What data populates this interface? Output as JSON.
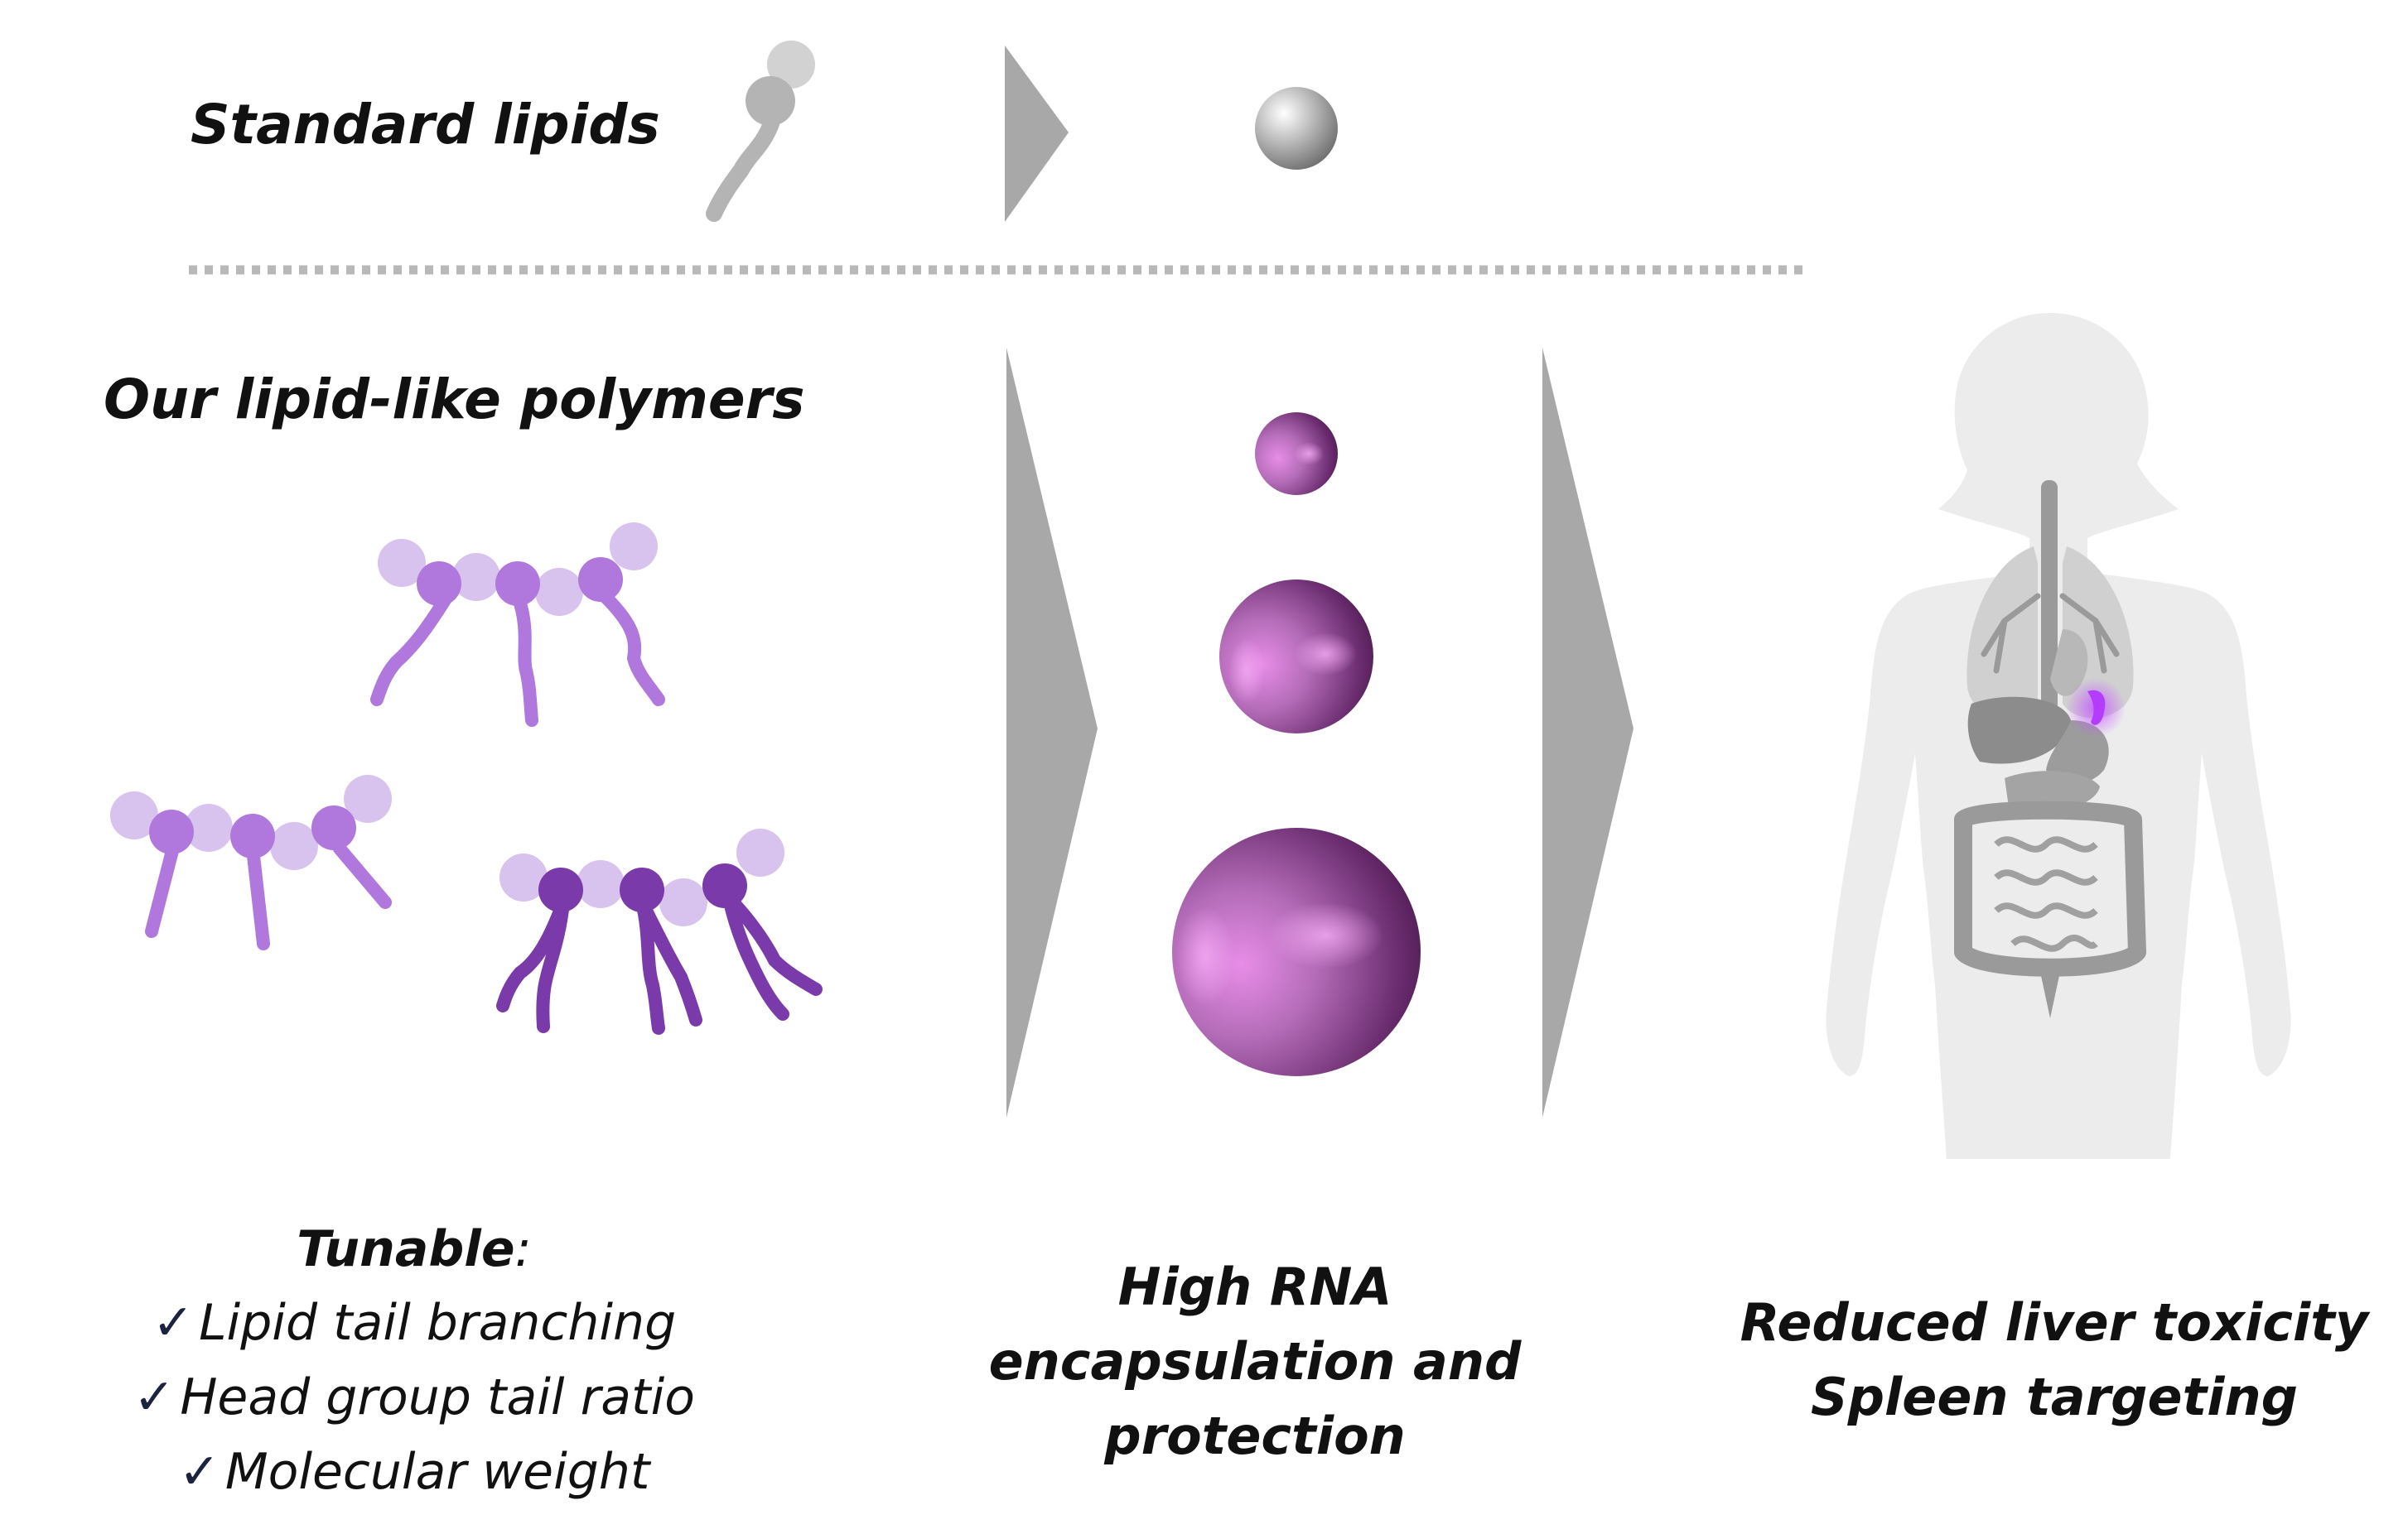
{
  "rows": {
    "standard_label": "Standard lipids",
    "polymer_label": "Our lipid-like polymers"
  },
  "tunable": {
    "title": "Tunable",
    "colon": ":",
    "check_glyph": "✓",
    "items": [
      "Lipid tail branching",
      "Head group tail ratio",
      "Molecular weight"
    ]
  },
  "encapsulation": {
    "lines": [
      "High RNA",
      "encapsulation and",
      "protection"
    ]
  },
  "outcomes": {
    "lines": [
      "Reduced liver toxicity",
      "Spleen targeting"
    ]
  },
  "colors": {
    "arrow": "#a8a8a8",
    "divider": "#b8b8b8",
    "standard_lipid": "#b4b4b4",
    "standard_head_light": "#d2d2d2",
    "polymer_light": "#d8c2ee",
    "polymer_mid": "#b078dc",
    "polymer_dark": "#7a3aaa",
    "nanoparticle": "#8a3f8a",
    "body_silhouette": "#ececec",
    "organs": "#9a9a9a",
    "spleen_highlight": "#b43cff"
  },
  "icons": {
    "standard_lipid": "lipid-molecule-icon",
    "standard_particle": "gray-sphere-icon",
    "nanoparticles": "purple-sphere-icon",
    "body": "human-body-icon",
    "spleen": "spleen-highlight-icon"
  }
}
